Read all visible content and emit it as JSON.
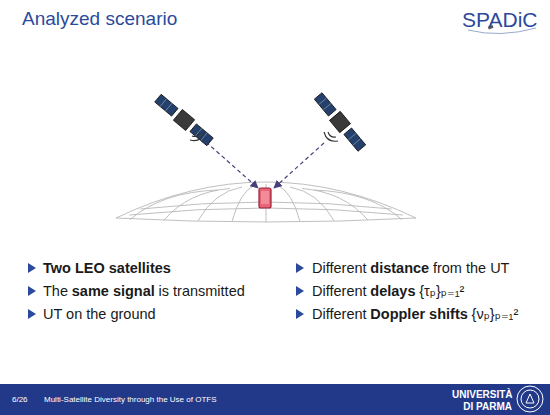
{
  "diagram": {
    "title": "Analyzed scenario",
    "labels": [
      "SPADiC",
      "Two LEO satellites",
      "The",
      "same signal",
      "is transmitted",
      "UT on the ground",
      "Different",
      "distance",
      "from the UT",
      "Different",
      "delays",
      "{τₚ}ₚ₌₁²",
      "Different",
      "Doppler shifts",
      "{νₚ}ₚ₌₁²",
      "6/26",
      "Multi-Satellite Diversity through the Use of OTFS",
      "UNIVERSITÀ",
      "DI PARMA"
    ]
  }
}
